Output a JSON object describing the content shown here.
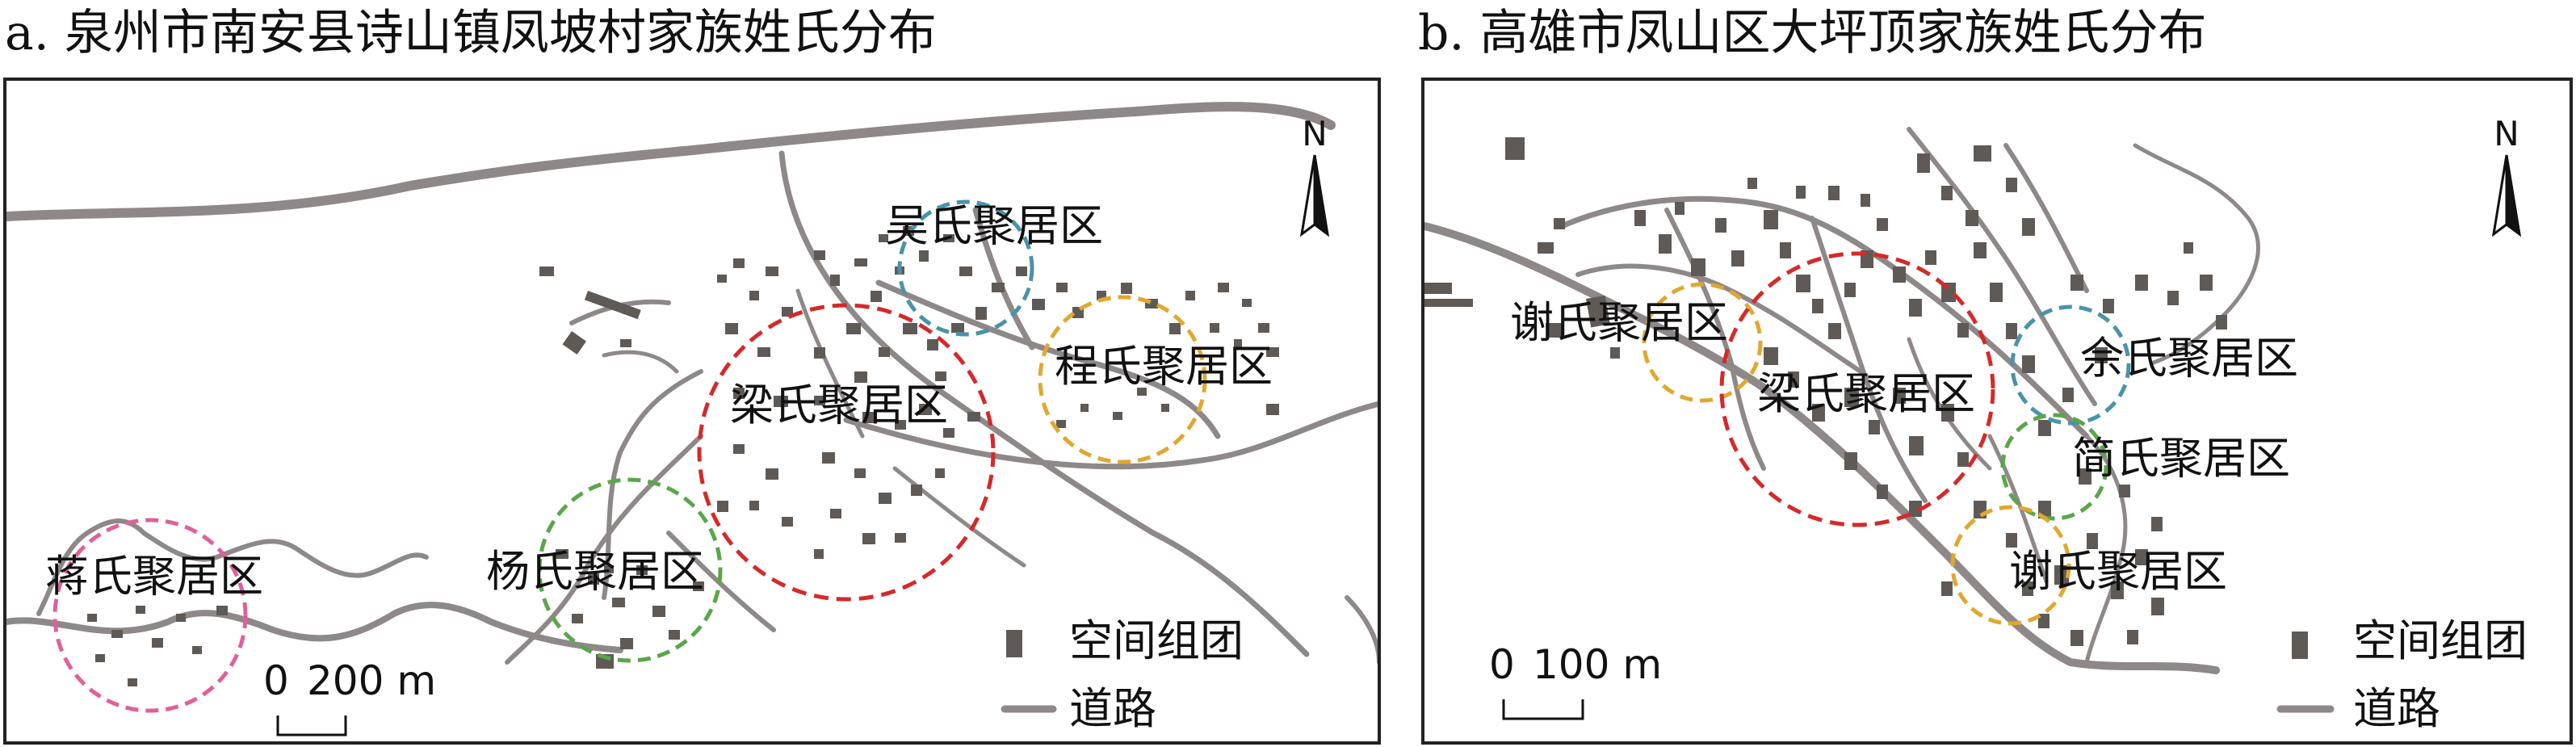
{
  "panels": [
    {
      "title": "a. 泉州市南安县诗山镇凤坡村家族姓氏分布",
      "clusters": [
        {
          "label": "吴氏聚居区",
          "color": "#4a93a8"
        },
        {
          "label": "程氏聚居区",
          "color": "#e0a830"
        },
        {
          "label": "梁氏聚居区",
          "color": "#d42a2a"
        },
        {
          "label": "杨氏聚居区",
          "color": "#5aa64a"
        },
        {
          "label": "蒋氏聚居区",
          "color": "#e0609a"
        }
      ],
      "north": "N",
      "scale": {
        "zero": "0",
        "value": "200 m"
      },
      "legend": {
        "block": "空间组团",
        "road": "道路"
      }
    },
    {
      "title": "b. 高雄市凤山区大坪顶家族姓氏分布",
      "clusters": [
        {
          "label": "谢氏聚居区",
          "color": "#e0a830"
        },
        {
          "label": "梁氏聚居区",
          "color": "#d42a2a"
        },
        {
          "label": "佘氏聚居区",
          "color": "#4a93a8"
        },
        {
          "label": "简氏聚居区",
          "color": "#5aa64a"
        },
        {
          "label": "谢氏聚居区",
          "color": "#e0a830"
        }
      ],
      "north": "N",
      "scale": {
        "zero": "0",
        "value": "100 m"
      },
      "legend": {
        "block": "空间组团",
        "road": "道路"
      }
    }
  ]
}
